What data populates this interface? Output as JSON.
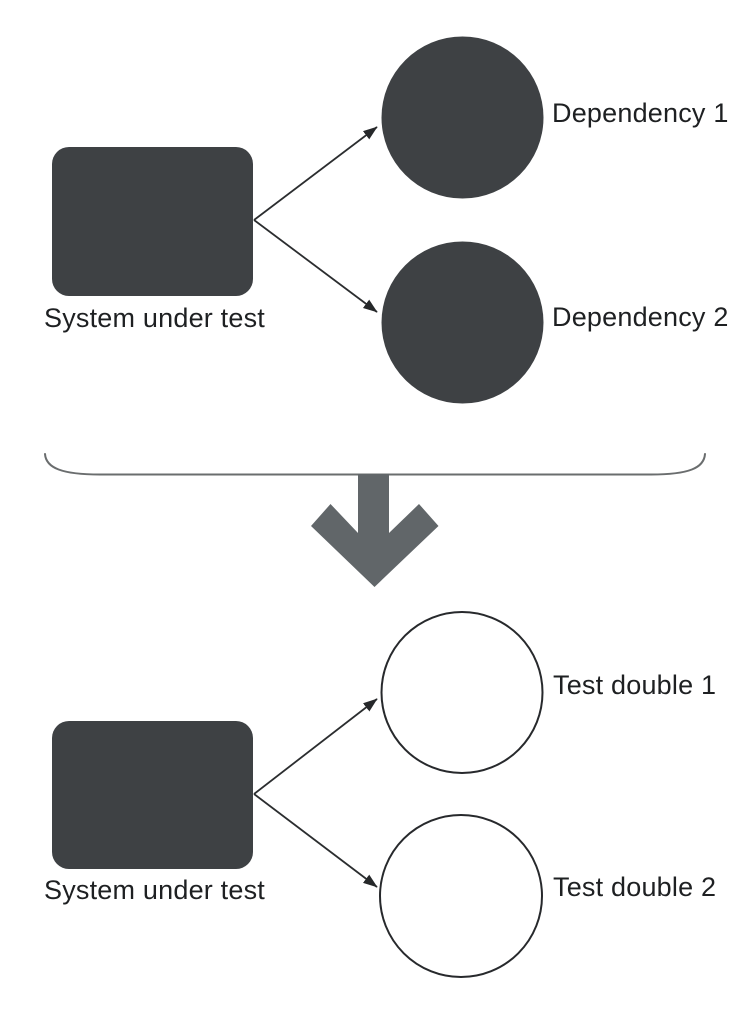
{
  "colors": {
    "node_fill": "#3e4144",
    "big_arrow": "#616669",
    "hollow_fill": "#ffffff",
    "connector": "#2b2d2f",
    "brace": "#6a6d6e",
    "text": "#1e2022",
    "background": "#ffffff"
  },
  "before": {
    "system_label": "System under test",
    "dependencies": [
      {
        "label": "Dependency 1"
      },
      {
        "label": "Dependency 2"
      }
    ]
  },
  "transform": {
    "icon": "down-arrow"
  },
  "after": {
    "system_label": "System under test",
    "doubles": [
      {
        "label": "Test double 1"
      },
      {
        "label": "Test double 2"
      }
    ]
  }
}
